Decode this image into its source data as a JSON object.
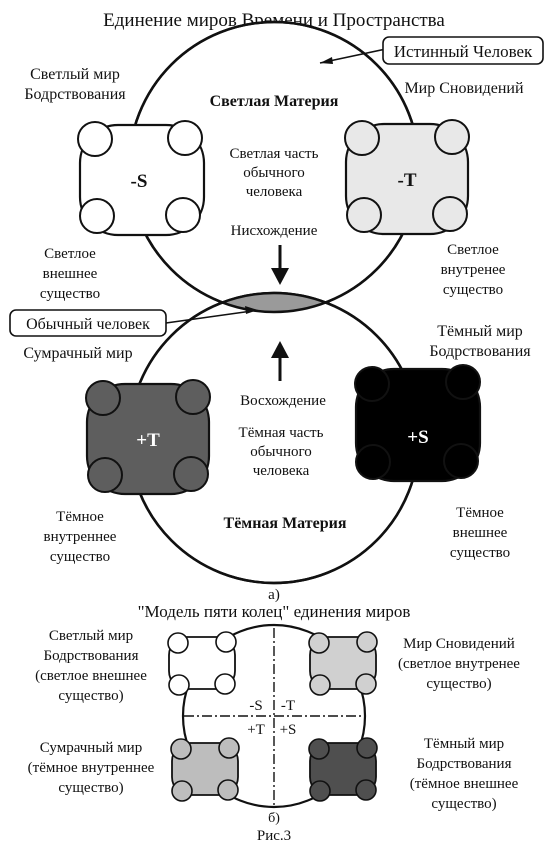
{
  "fig_a": {
    "title": "Единение миров Времени и Пространства",
    "true_man": "Истинный Человек",
    "light_awake_l1": "Светлый мир",
    "light_awake_l2": "Бодрствования",
    "dream_world": "Мир Сновидений",
    "light_matter": "Светлая Материя",
    "neg_s": "-S",
    "neg_t": "-T",
    "light_part_l1": "Светлая часть",
    "light_part_l2": "обычного",
    "light_part_l3": "человека",
    "descent": "Нисхождение",
    "light_outer_l1": "Светлое",
    "light_outer_l2": "внешнее",
    "light_outer_l3": "существо",
    "light_inner_l1": "Светлое",
    "light_inner_l2": "внутренее",
    "light_inner_l3": "существо",
    "ordinary_man": "Обычный человек",
    "dark_awake_l1": "Тёмный мир",
    "dark_awake_l2": "Бодрствования",
    "twilight_world": "Сумрачный мир",
    "ascent": "Восхождение",
    "pos_t": "+T",
    "pos_s": "+S",
    "dark_part_l1": "Тёмная часть",
    "dark_part_l2": "обычного",
    "dark_part_l3": "человека",
    "dark_inner_l1": "Тёмное",
    "dark_inner_l2": "внутреннее",
    "dark_inner_l3": "существо",
    "dark_matter": "Тёмная Материя",
    "dark_outer_l1": "Тёмное",
    "dark_outer_l2": "внешнее",
    "dark_outer_l3": "существо",
    "label": "а)"
  },
  "fig_b": {
    "title": "\"Модель пяти колец\" единения миров",
    "tl_l1": "Светлый мир",
    "tl_l2": "Бодрствования",
    "tl_l3": "(светлое внешнее",
    "tl_l4": "существо)",
    "tr_l1": "Мир Сновидений",
    "tr_l2": "(светлое внутренее",
    "tr_l3": "существо)",
    "bl_l1": "Сумрачный мир",
    "bl_l2": "(тёмное внутреннее",
    "bl_l3": "существо)",
    "br_l1": "Тёмный мир",
    "br_l2": "Бодрствования",
    "br_l3": "(тёмное внешнее",
    "br_l4": "существо)",
    "q_neg_s": "-S",
    "q_neg_t": "-T",
    "q_pos_t": "+T",
    "q_pos_s": "+S",
    "label": "б)"
  },
  "caption": "Рис.3",
  "colors": {
    "ink": "#111111",
    "lens": "#9a9a9a",
    "light_grey": "#e8e8e8",
    "mid_grey": "#5e5e5e",
    "black": "#000000",
    "b_light": "#d0d0d0",
    "b_mid": "#bdbdbd",
    "b_dark": "#4f4f4f"
  }
}
